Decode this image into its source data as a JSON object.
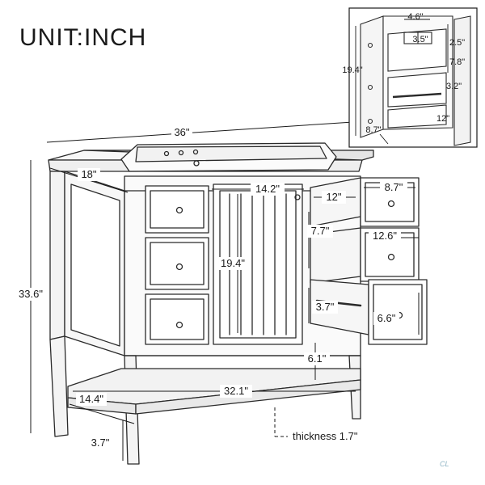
{
  "title": "UNIT:INCH",
  "dimensions": {
    "width": "36\"",
    "depth": "18\"",
    "height": "33.6\"",
    "door_width": "14.2\"",
    "door_height": "19.4\"",
    "drawer_gap": "12\"",
    "drawer_front_width": "8.7\"",
    "drawer_depth": "12.6\"",
    "drawer_box_height": "7.7\"",
    "bottom_drawer_height": "6.6\"",
    "bottom_drawer_box": "3.7\"",
    "shelf_clearance": "6.1\"",
    "shelf_width": "32.1\"",
    "shelf_depth": "14.4\"",
    "leg_height": "3.7\"",
    "shelf_thickness": "thickness 1.7\""
  },
  "inset": {
    "top_width": "4.6\"",
    "inner_width": "3.5\"",
    "top_gap": "2.5\"",
    "side_height": "19.4\"",
    "middle_height": "7.8\"",
    "lower_height": "3.2\"",
    "depth": "12\"",
    "front_width": "8.7\""
  },
  "watermark": "CL"
}
